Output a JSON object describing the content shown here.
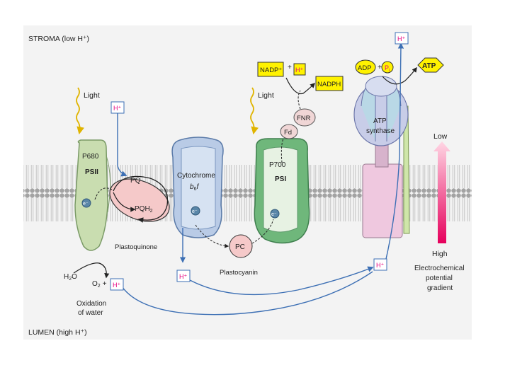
{
  "regions": {
    "stroma": "STROMA (low H⁺)",
    "lumen": "LUMEN (high H⁺)"
  },
  "light": {
    "left": "Light",
    "right": "Light"
  },
  "proton": "H⁺",
  "psii": {
    "p680": "P680",
    "name": "PSII"
  },
  "electron": "e⁻",
  "pq": {
    "pq": "PQ",
    "pqh2": "PQH",
    "pqh2_sub": "2",
    "label": "Plastoquinone"
  },
  "cytochrome": {
    "line1": "Cytochrome",
    "line2_main": "b",
    "line2_sub": "6",
    "line2_tail": "f"
  },
  "psi": {
    "p700": "P700",
    "name": "PSI"
  },
  "fnr": "FNR",
  "fd": "Fd",
  "pc": {
    "short": "PC",
    "label": "Plastocyanin"
  },
  "nadp": {
    "nadp": "NADP⁺",
    "plus": "+",
    "nadph": "NADPH"
  },
  "atp_synthase": {
    "line1": "ATP",
    "line2": "synthase"
  },
  "atp": {
    "adp": "ADP",
    "plus": "+",
    "pi": "P",
    "pi_sub": "i",
    "atp": "ATP"
  },
  "water": {
    "h": "H",
    "sub": "2",
    "o": "O"
  },
  "oxygen": {
    "o": "O",
    "sub": "2",
    "plus": "+"
  },
  "oxidation": {
    "line1": "Oxidation",
    "line2": "of water"
  },
  "gradient": {
    "low": "Low",
    "high": "High",
    "line1": "Electrochemical",
    "line2": "potential",
    "line3": "gradient"
  },
  "colors": {
    "panel": "#f3f3f3",
    "lipid_head": "#9a9a9a",
    "psii": "#c9ddb0",
    "cytochrome": "#b9cbe6",
    "psi": "#6fb77b",
    "atp_synthase": "#c8cde8",
    "pq": "#f5c9c9",
    "yellow": "#fff200",
    "proton_pink": "#e6007e",
    "arrow_blue": "#3c6fb4"
  }
}
